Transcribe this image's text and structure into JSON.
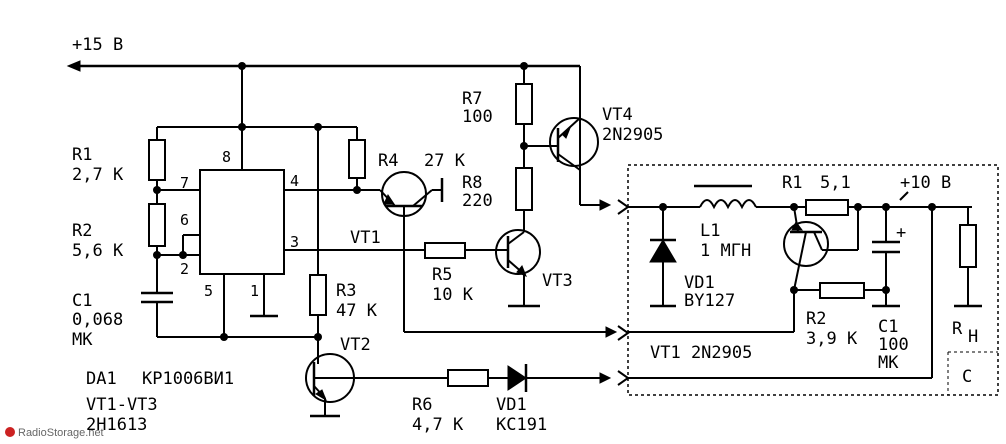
{
  "diagram": {
    "supply_label": "+15 В",
    "chip": {
      "ref": "DA1",
      "part": "КР1006ВИ1",
      "pins": [
        "8",
        "7",
        "6",
        "2",
        "5",
        "1",
        "4",
        "3"
      ]
    },
    "resistors": {
      "r1": {
        "ref": "R1",
        "value": "2,7 К"
      },
      "r2": {
        "ref": "R2",
        "value": "5,6 К"
      },
      "r3": {
        "ref": "R3",
        "value": "47 К"
      },
      "r4": {
        "ref": "R4",
        "value": "27 К"
      },
      "r5": {
        "ref": "R5",
        "value": "10 К"
      },
      "r6": {
        "ref": "R6",
        "value": "4,7 К"
      },
      "r7": {
        "ref": "R7",
        "value": "100"
      },
      "r8": {
        "ref": "R8",
        "value": "220"
      }
    },
    "capacitor_c1": {
      "ref": "C1",
      "value": "0,068",
      "unit": "МК"
    },
    "transistors": {
      "vt1": "VT1",
      "vt2": "VT2",
      "vt3": "VT3",
      "vt4_ref": "VT4",
      "vt4_part": "2N2905",
      "group_ref": "VT1-VT3",
      "group_part": "2Н1613"
    },
    "zener": {
      "ref": "VD1",
      "part": "КС191"
    },
    "module": {
      "l1_ref": "L1",
      "l1_value": "1 МГН",
      "vd1_ref": "VD1",
      "vd1_part": "BY127",
      "r1_ref": "R1",
      "r1_value": "5,1",
      "out_label": "+10 В",
      "r2_ref": "R2",
      "r2_value": "3,9 К",
      "c1_ref": "C1",
      "c1_value": "100",
      "c1_unit": "МК",
      "vt1_label": "VT1 2N2905",
      "load_label": "R",
      "load_sub": "Н",
      "corner_label": "С"
    },
    "watermark": "RadioStorage.net"
  }
}
